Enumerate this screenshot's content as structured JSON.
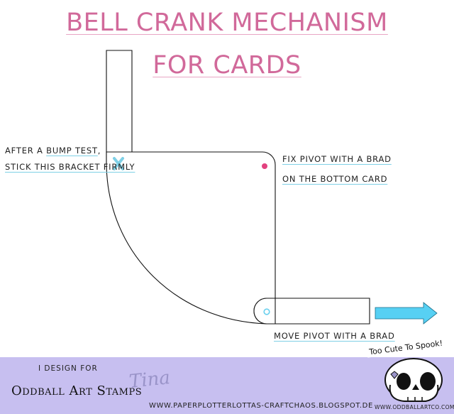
{
  "title": {
    "line1": "Bell Crank Mechanism",
    "line2": "for Cards"
  },
  "notes": {
    "bump_test_line1_a": "After a ",
    "bump_test_line1_b": "bump test",
    "bump_test_line1_c": ",",
    "bump_test_line2": "stick this bracket firmly",
    "fix_pivot_line1": "Fix pivot with a brad",
    "fix_pivot_line2": "on the bottom card",
    "move_pivot": "Move pivot with a brad"
  },
  "markers": {
    "fixed_pivot_color": "#e2427f",
    "moving_pivot_color": "#6ad0ee",
    "arrow_color": "#57d0f3",
    "cross_color": "#7fd0e6"
  },
  "footer": {
    "design_for": "I design for",
    "brand": "Oddball Art Stamps",
    "signature": "Tina",
    "blog": "www.paperplotterlottas-craftchaos.blogspot.de",
    "tagline": "Too Cute To Spook!",
    "site": "www.oddballartco.com",
    "band_color": "#c7bff0"
  }
}
